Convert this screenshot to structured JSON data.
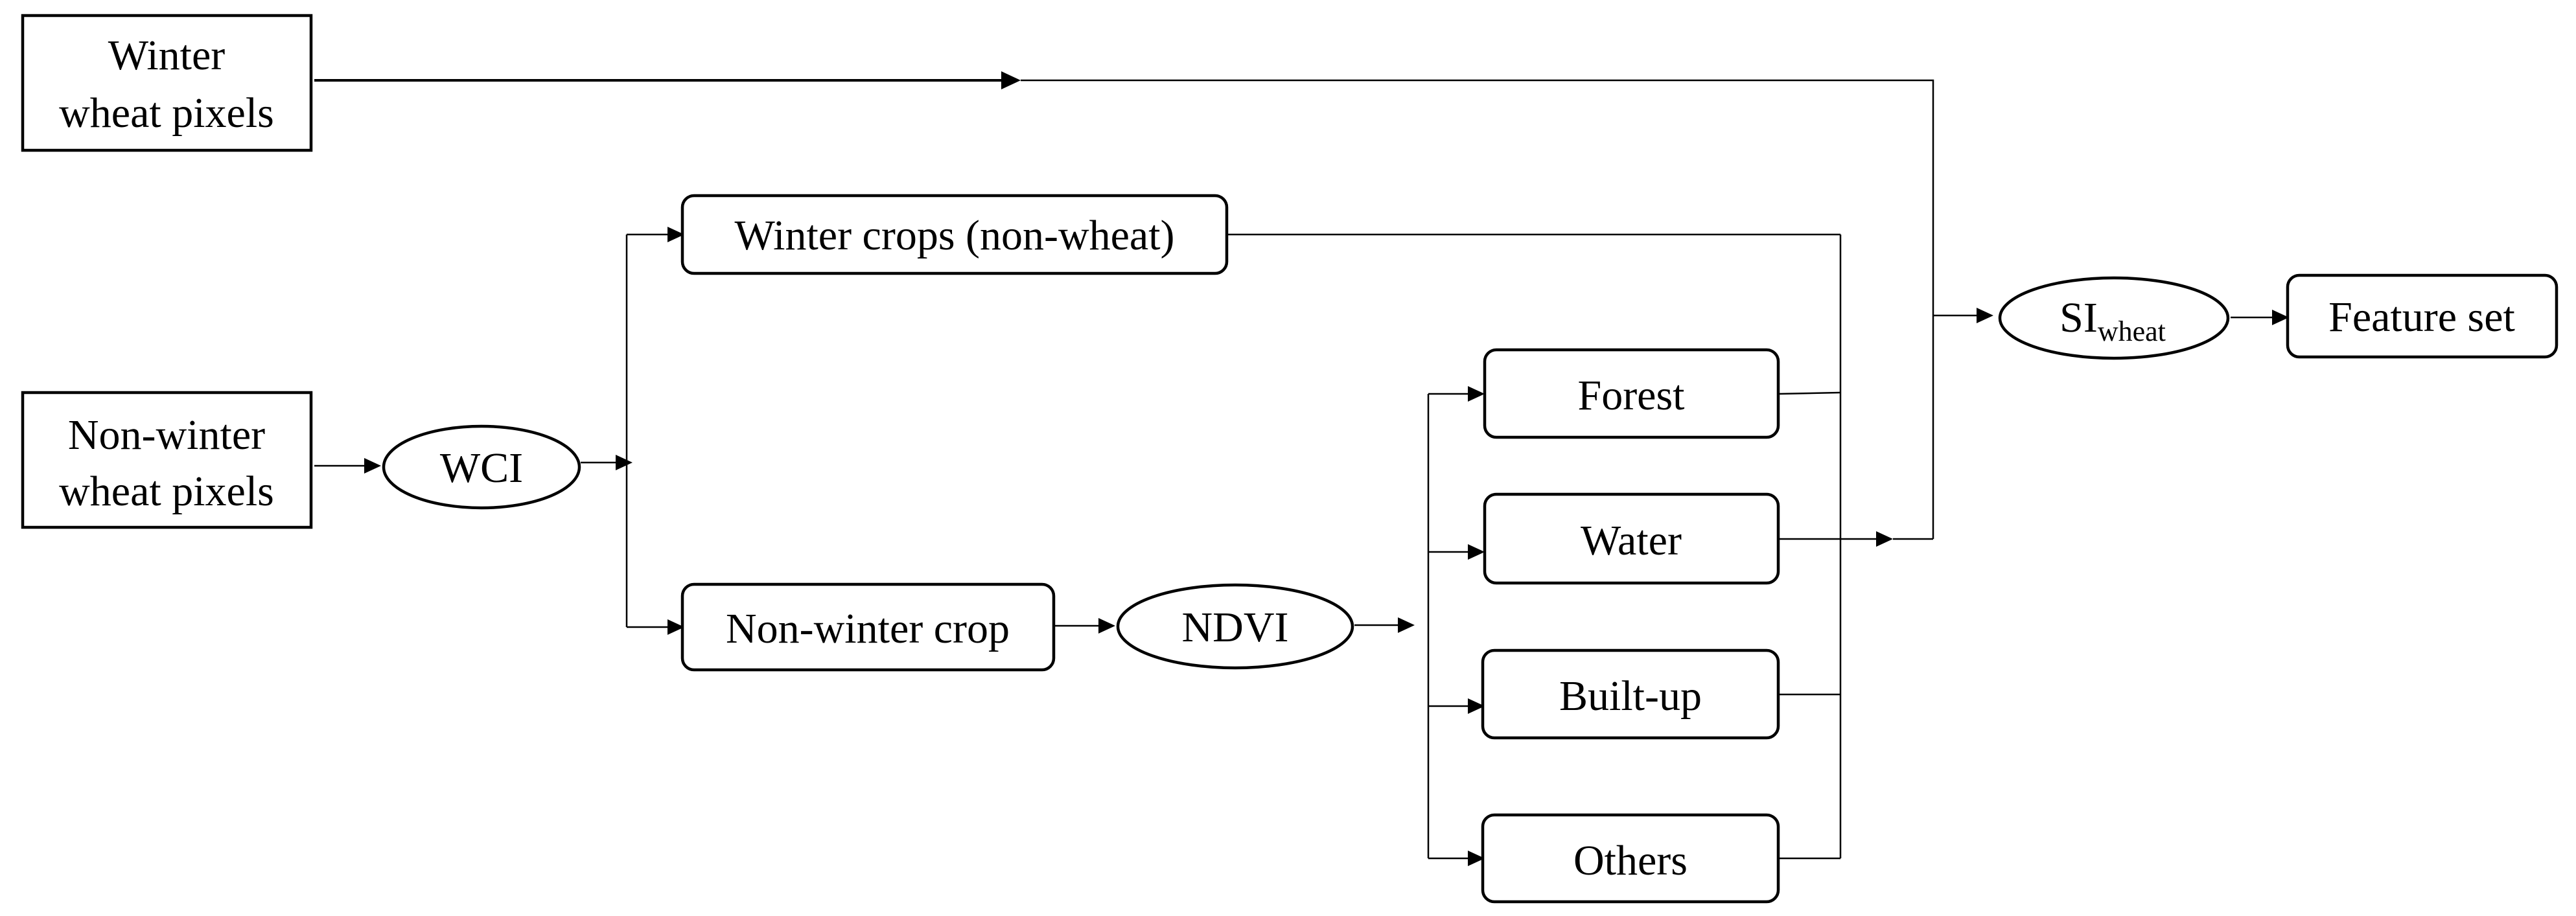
{
  "nodes": {
    "winter_wheat_pixels": {
      "line1": "Winter",
      "line2": "wheat pixels"
    },
    "non_winter_wheat_pixels": {
      "line1": "Non-winter",
      "line2": "wheat pixels"
    },
    "wci": "WCI",
    "winter_crops": "Winter crops (non-wheat)",
    "non_winter_crop": "Non-winter crop",
    "ndvi": "NDVI",
    "forest": "Forest",
    "water": "Water",
    "built_up": "Built-up",
    "others": "Others",
    "si_wheat": {
      "base": "SI",
      "subscript": "wheat"
    },
    "feature_set": "Feature set"
  }
}
